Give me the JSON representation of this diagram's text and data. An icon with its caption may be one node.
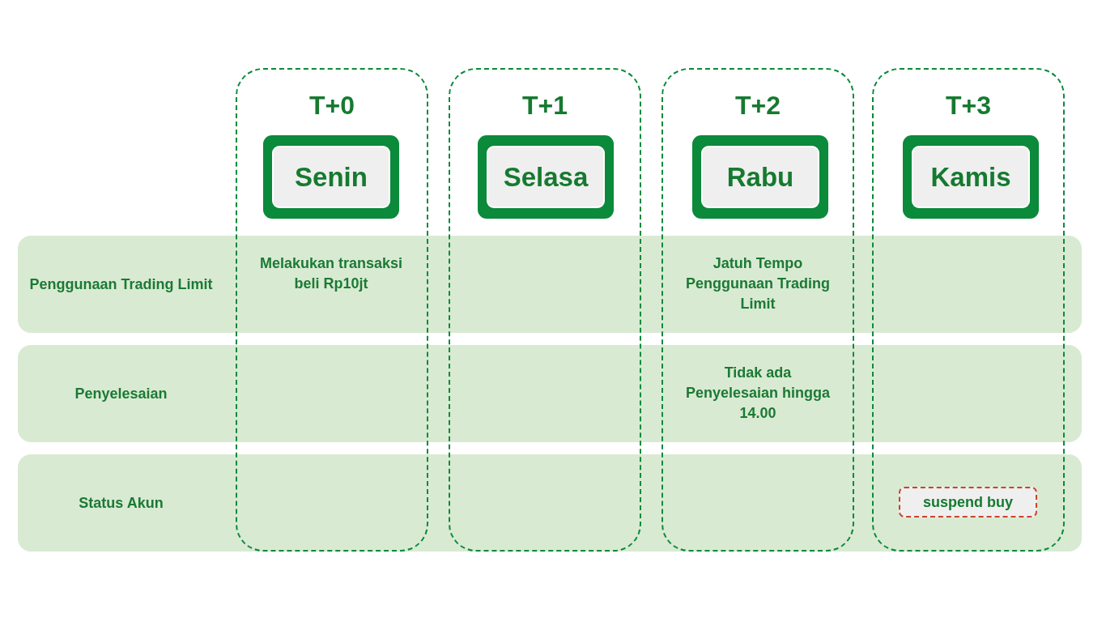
{
  "diagram": {
    "nodes": [
      {
        "text": [
          "T+0"
        ]
      },
      {
        "text": [
          "Senin"
        ],
        "in": 0
      },
      {
        "text": [
          "T+1"
        ]
      },
      {
        "text": [
          "Selasa"
        ],
        "in": 2
      },
      {
        "text": [
          "T+2"
        ]
      },
      {
        "text": [
          "Rabu"
        ],
        "in": 4
      },
      {
        "text": [
          "T+3"
        ]
      },
      {
        "text": [
          "Kamis"
        ],
        "in": 6
      },
      {
        "text": [
          "Penggunaan Trading Limit"
        ]
      },
      {
        "text": [
          "Penyelesaian"
        ]
      },
      {
        "text": [
          "Status Akun"
        ]
      },
      {
        "text": [
          "suspend buy"
        ]
      }
    ],
    "labels": [
      "Melakukan transaksi beli Rp10jt",
      "Jatuh Tempo Penggunaan Trading Limit",
      "Tidak ada Penyelesaian hingga 14.00"
    ]
  }
}
